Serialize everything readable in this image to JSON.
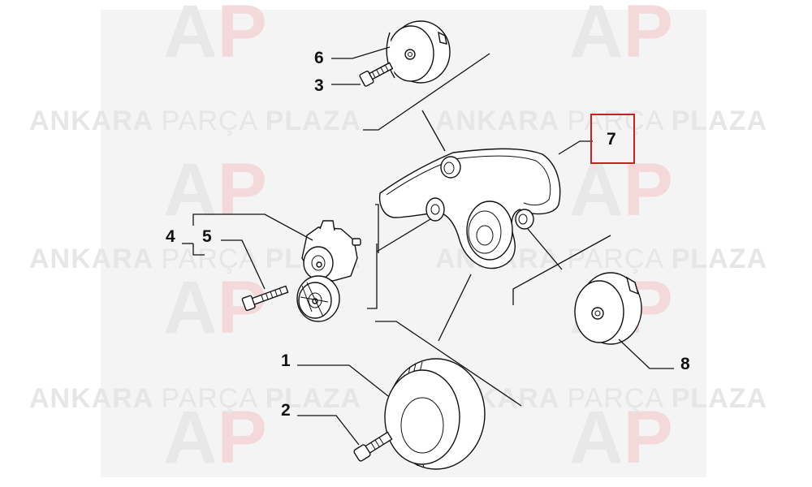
{
  "watermark": {
    "brand_regular_1": "ANKARA",
    "brand_regular_2": "PARÇA",
    "brand_bold": "PLAZA",
    "logo_text": "AP"
  },
  "parts": [
    {
      "id": "1",
      "label": "1"
    },
    {
      "id": "2",
      "label": "2"
    },
    {
      "id": "3",
      "label": "3"
    },
    {
      "id": "4",
      "label": "4"
    },
    {
      "id": "5",
      "label": "5"
    },
    {
      "id": "6",
      "label": "6"
    },
    {
      "id": "7",
      "label": "7",
      "highlighted": true
    },
    {
      "id": "8",
      "label": "8"
    }
  ],
  "colors": {
    "highlight": "#cc1f1f",
    "line": "#111111",
    "watermark_text": "#e6e6e6",
    "watermark_logo_red": "#f3d9d9",
    "watermark_logo_grey": "#e8e8e8"
  }
}
